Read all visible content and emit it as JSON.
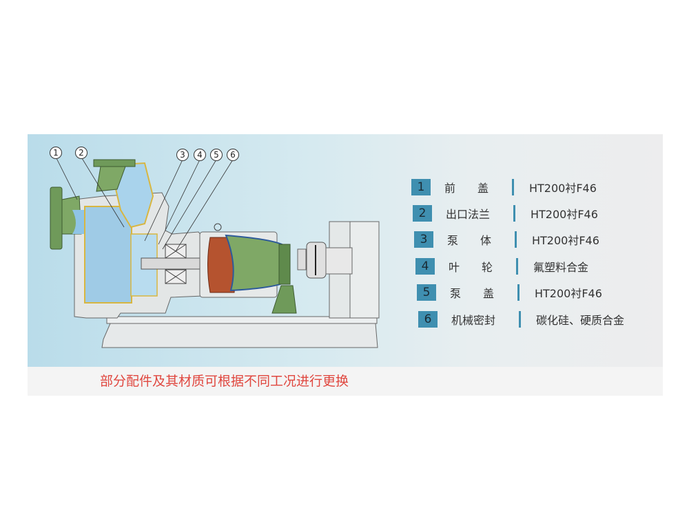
{
  "callouts": [
    "1",
    "2",
    "3",
    "4",
    "5",
    "6"
  ],
  "parts": [
    {
      "no": "1",
      "name": "前　　盖",
      "material": "HT200衬F46"
    },
    {
      "no": "2",
      "name": "出口法兰",
      "material": "HT200衬F46"
    },
    {
      "no": "3",
      "name": "泵　　体",
      "material": "HT200衬F46"
    },
    {
      "no": "4",
      "name": "叶　　轮",
      "material": "氟塑料合金"
    },
    {
      "no": "5",
      "name": "泵　　盖",
      "material": "HT200衬F46"
    },
    {
      "no": "6",
      "name": "机械密封",
      "material": "碳化硅、硬质合金"
    }
  ],
  "caption": "部分配件及其材质可根据不同工况进行更换",
  "colors": {
    "badge": "#3f8fb0",
    "caption": "#e0473f",
    "casing_green": "#6f9a5a",
    "rotor_red": "#b5532f"
  }
}
